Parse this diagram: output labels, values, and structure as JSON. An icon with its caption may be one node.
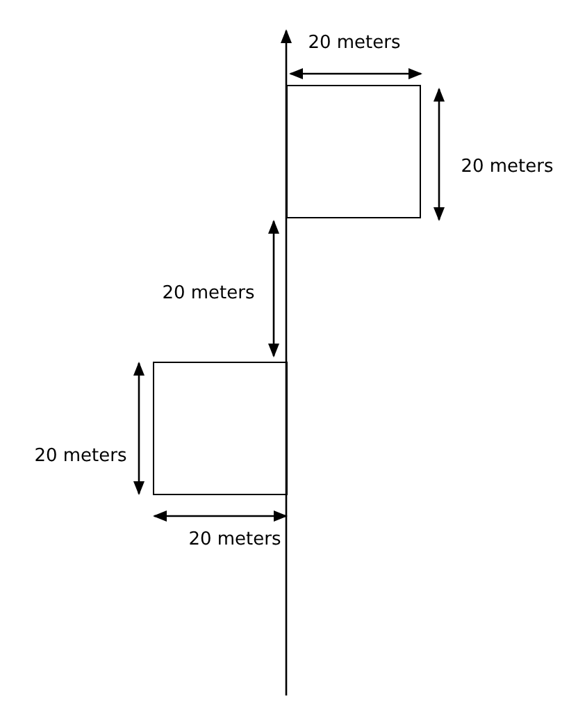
{
  "diagram": {
    "labels": [
      "20 meters",
      "20 meters",
      "20 meters",
      "20 meters",
      "20 meters"
    ]
  }
}
